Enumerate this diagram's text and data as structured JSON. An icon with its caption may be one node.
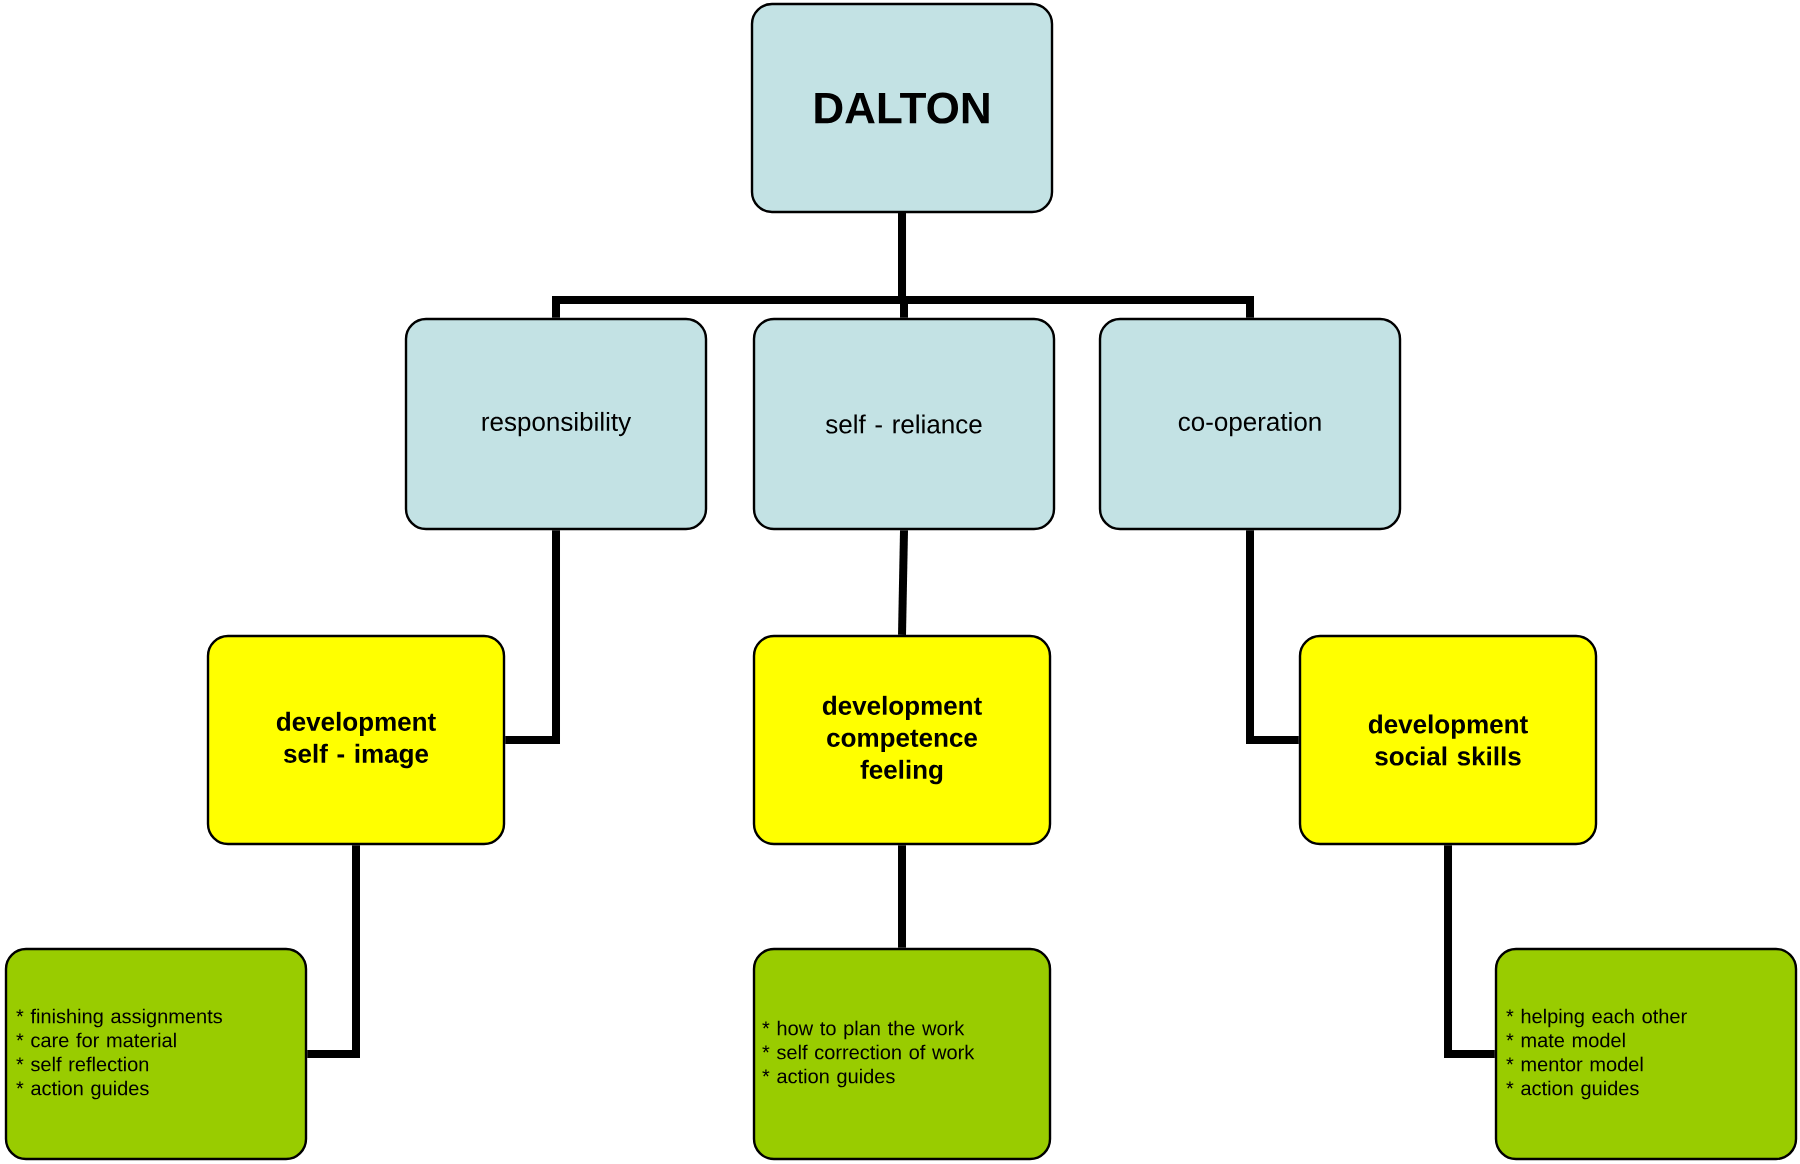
{
  "diagram": {
    "nodes": [
      {
        "text": [
          "DALTON"
        ]
      },
      {
        "text": [
          "responsibility"
        ]
      },
      {
        "text": [
          "self - reliance"
        ]
      },
      {
        "text": [
          "co-operation"
        ]
      },
      {
        "text": [
          "development self - image"
        ]
      },
      {
        "text": [
          "development competence feeling"
        ]
      },
      {
        "text": [
          "development social skills"
        ]
      },
      {
        "text": [
          "* finishing assignments",
          "* care for material",
          "* self reflection",
          "* action guides"
        ]
      },
      {
        "text": [
          "* how to plan the work",
          "* self correction of work",
          "* action guides"
        ]
      },
      {
        "text": [
          "* helping each other",
          "* mate model",
          "* mentor model",
          "* action guides"
        ]
      }
    ],
    "edges": [
      {
        "from": 0,
        "to": 1,
        "arrow": "none"
      },
      {
        "from": 0,
        "to": 2,
        "arrow": "none"
      },
      {
        "from": 0,
        "to": 3,
        "arrow": "none"
      },
      {
        "from": 1,
        "to": 4,
        "arrow": "none"
      },
      {
        "from": 2,
        "to": 5,
        "arrow": "none"
      },
      {
        "from": 3,
        "to": 6,
        "arrow": "none"
      },
      {
        "from": 4,
        "to": 7,
        "arrow": "none"
      },
      {
        "from": 5,
        "to": 8,
        "arrow": "none"
      },
      {
        "from": 6,
        "to": 9,
        "arrow": "none"
      }
    ]
  }
}
